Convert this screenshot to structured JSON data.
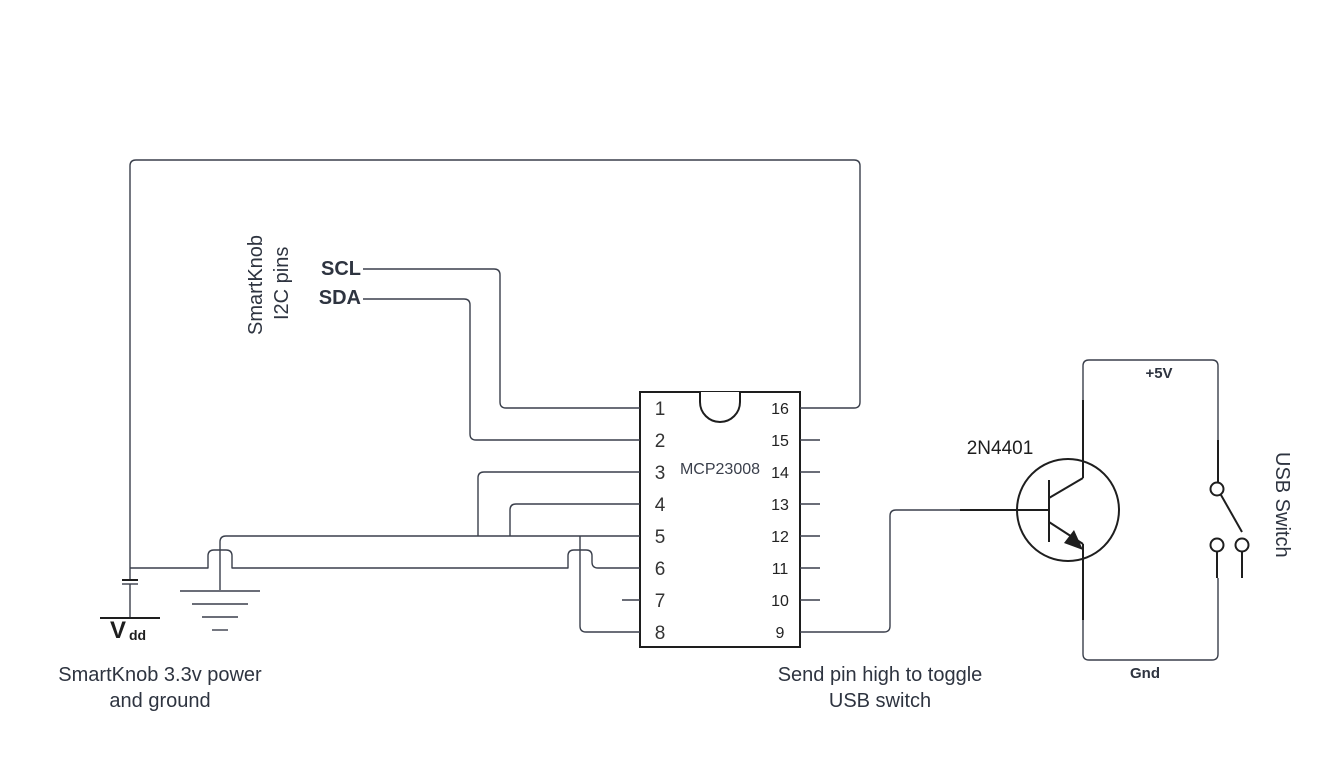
{
  "labels": {
    "i2c_line1": "SmartKnob",
    "i2c_line2": "I2C pins",
    "scl": "SCL",
    "sda": "SDA",
    "power_line1": "SmartKnob 3.3v power",
    "power_line2": "and ground",
    "send_line1": "Send pin high to toggle",
    "send_line2": "USB switch",
    "usb_switch": "USB Switch",
    "plus5v": "+5V",
    "gnd": "Gnd",
    "transistor": "2N4401",
    "chip": "MCP23008",
    "vdd_main": "V",
    "vdd_sub": "dd"
  },
  "pins": {
    "left": [
      "1",
      "2",
      "3",
      "4",
      "5",
      "6",
      "7",
      "8"
    ],
    "right": [
      "16",
      "15",
      "14",
      "13",
      "12",
      "11",
      "10",
      "9"
    ]
  }
}
